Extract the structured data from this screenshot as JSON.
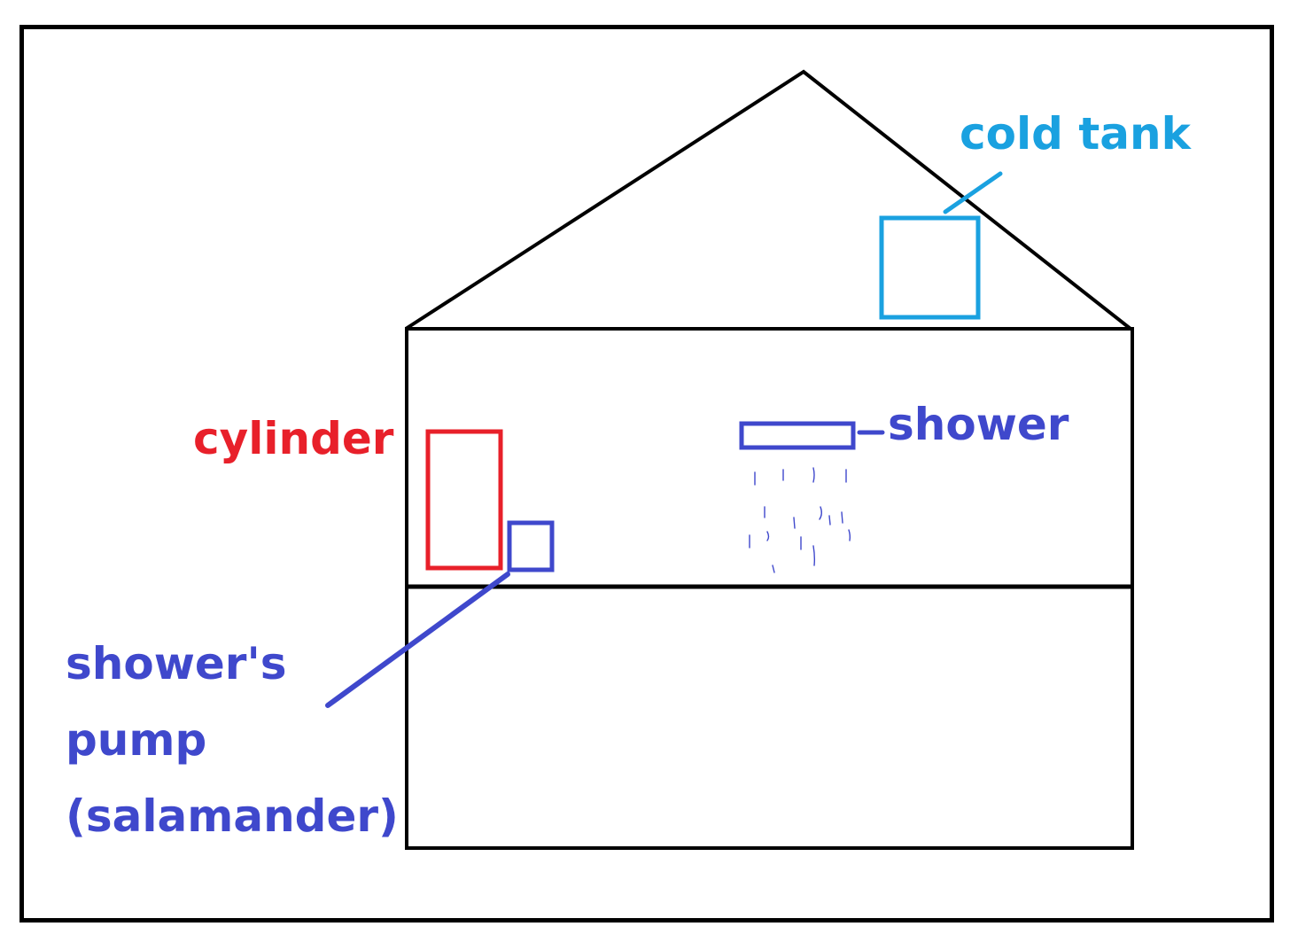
{
  "diagram": {
    "title": "",
    "colors": {
      "outline": "#000000",
      "cold_tank": "#1aa1e0",
      "cylinder": "#e8202a",
      "shower": "#3f48cc"
    },
    "labels": {
      "cold_tank": "cold tank",
      "shower": "shower",
      "cylinder": "cylinder",
      "pump_line1": "shower's",
      "pump_line2": "pump",
      "pump_line3": "(salamander)"
    }
  }
}
